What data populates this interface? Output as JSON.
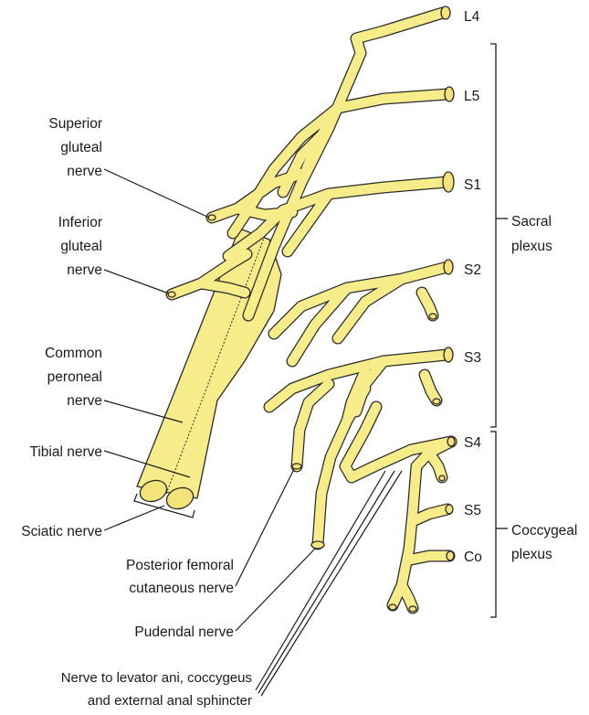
{
  "roots": {
    "l4": "L4",
    "l5": "L5",
    "s1": "S1",
    "s2": "S2",
    "s3": "S3",
    "s4": "S4",
    "s5": "S5",
    "co": "Co"
  },
  "plexus": {
    "sacral": [
      "Sacral",
      "plexus"
    ],
    "coccygeal": [
      "Coccygeal",
      "plexus"
    ]
  },
  "left_labels": {
    "superior_gluteal": [
      "Superior",
      "gluteal",
      "nerve"
    ],
    "inferior_gluteal": [
      "Inferior",
      "gluteal",
      "nerve"
    ],
    "common_peroneal": [
      "Common",
      "peroneal",
      "nerve"
    ],
    "tibial": "Tibial nerve",
    "sciatic": "Sciatic nerve"
  },
  "bottom_labels": {
    "posterior_femoral": [
      "Posterior femoral",
      "cutaneous nerve"
    ],
    "pudendal": "Pudendal nerve",
    "levator": [
      "Nerve to levator ani, coccygeus",
      "and external anal sphincter"
    ]
  },
  "colors": {
    "nerve": "#f7ec8a",
    "outline": "#2a2a2a",
    "text": "#1a1a1a"
  }
}
